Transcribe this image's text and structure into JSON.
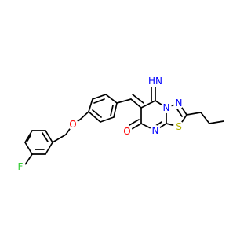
{
  "molecule": {
    "colors": {
      "bond": "#000000",
      "nitrogen": "#0000ff",
      "oxygen": "#ff0000",
      "sulfur": "#b2b200",
      "fluorine": "#33cc33",
      "background": "#ffffff"
    },
    "labels": {
      "fluorine": "F",
      "ether_oxygen": "O",
      "imine": "HN",
      "ring_n_top": "N",
      "ring_n_thiadiazole": "N",
      "ring_n_bottom": "N",
      "sulfur": "S",
      "carbonyl_oxygen": "O"
    }
  }
}
